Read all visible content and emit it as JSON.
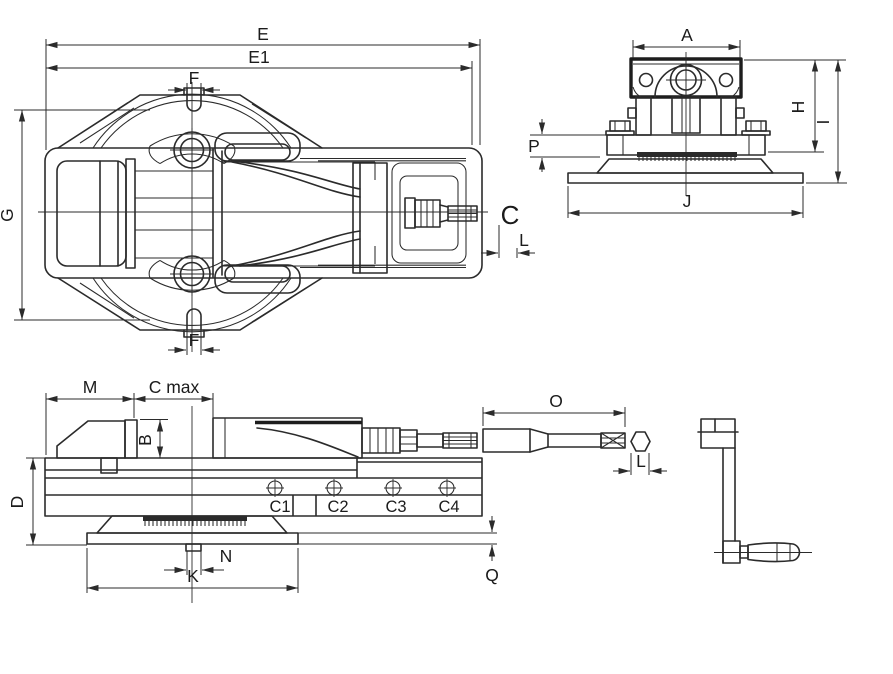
{
  "drawing": {
    "type": "engineering-drawing",
    "subject": "milling machine vise with swivel base, four orthographic views",
    "colors": {
      "line": "#2b2b2b",
      "background": "#ffffff"
    }
  },
  "views": {
    "plan": {
      "labels": {
        "e": "E",
        "e1": "E1",
        "f_top": "F",
        "f_bottom": "F",
        "g": "G",
        "c": "C",
        "l": "L"
      }
    },
    "end": {
      "labels": {
        "a": "A",
        "h": "H",
        "i": "I",
        "p": "P",
        "j": "J"
      }
    },
    "side": {
      "labels": {
        "m": "M",
        "c_max": "C max",
        "b": "B",
        "d": "D",
        "n": "N",
        "k": "K",
        "q": "Q"
      },
      "slot_labels": [
        "C1",
        "C2",
        "C3",
        "C4"
      ]
    },
    "rod": {
      "labels": {
        "o": "O",
        "l": "L"
      }
    }
  }
}
